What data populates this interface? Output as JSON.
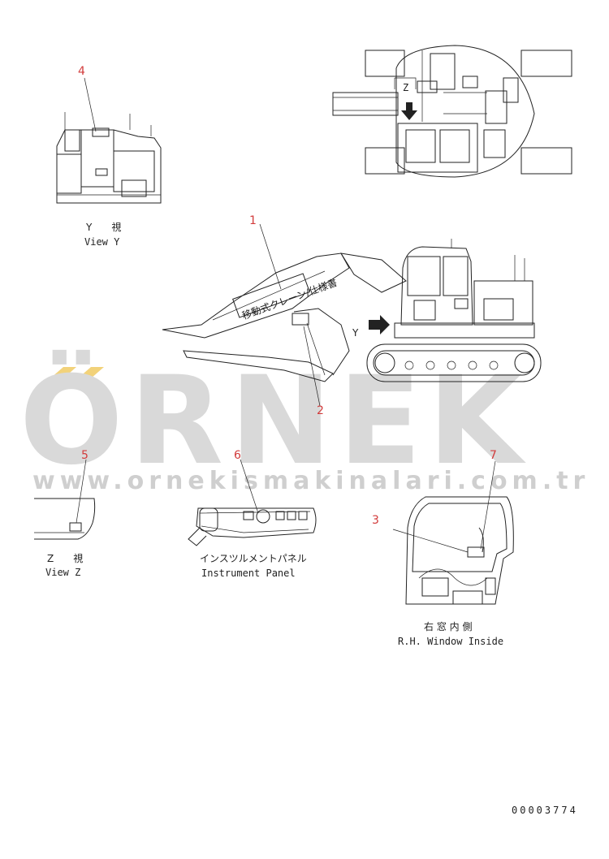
{
  "watermark": {
    "brand": "ÖRNEK",
    "url": "www.ornekismakinalari.com.tr",
    "accent_color": "#f2d27a",
    "text_color": "#d9d9d9"
  },
  "callouts": [
    {
      "num": "1"
    },
    {
      "num": "2"
    },
    {
      "num": "3"
    },
    {
      "num": "4"
    },
    {
      "num": "5"
    },
    {
      "num": "6"
    },
    {
      "num": "7"
    }
  ],
  "callout_color": "#d23b3b",
  "views": {
    "view_y": {
      "jp": "Y　　視",
      "en": "View Y"
    },
    "view_z": {
      "jp": "Z　　視",
      "en": "View Z"
    },
    "instrument_panel": {
      "jp": "インスツルメントパネル",
      "en": "Instrument Panel"
    },
    "rh_window": {
      "jp": "右 窓 内 側",
      "en": "R.H. Window Inside"
    }
  },
  "arrows": {
    "y": "Y",
    "z": "Z"
  },
  "boom_label": "移動式クレーン/仕様書",
  "drawing_number": "00003774"
}
